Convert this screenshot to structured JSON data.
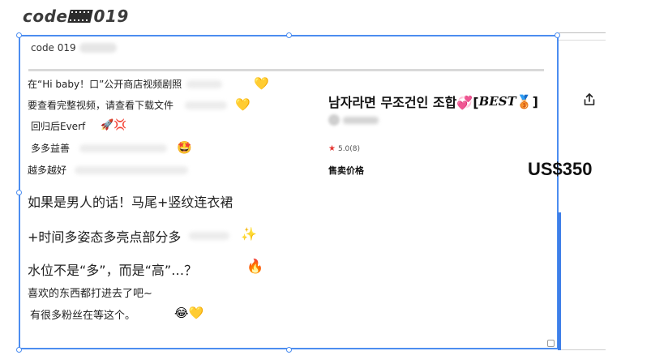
{
  "header": {
    "prefix": "code",
    "number": "019"
  },
  "chat": {
    "title": "code 019",
    "lines": [
      {
        "text": "在“Hi baby！口”公开商店视频剧照",
        "emoji": "💛"
      },
      {
        "text": "要查看完整视频，请查看下载文件",
        "emoji": "💛"
      },
      {
        "text": "回归后Everf",
        "emoji": "🚀💢"
      },
      {
        "text": "多多益善",
        "emoji": "🤩"
      },
      {
        "text": "越多越好",
        "emoji": ""
      },
      {
        "text": "如果是男人的话！马尾+竖纹连衣裙",
        "emoji": ""
      },
      {
        "text": "+时间多姿态多亮点部分多",
        "emoji": "✨"
      },
      {
        "text": "水位不是“多”，而是“高”…？",
        "emoji": "🔥"
      },
      {
        "text": "喜欢的东西都打进去了吧~",
        "emoji": ""
      },
      {
        "text": "有很多粉丝在等这个。",
        "emoji": "😂💛"
      }
    ]
  },
  "product": {
    "title": "남자라면 무조건인 조합💞[",
    "best": "BEST",
    "medal": "🥉",
    "close_bracket": "]",
    "rating": "5.0(8)",
    "price_label": "售卖价格",
    "price": "US$350"
  },
  "icons": {
    "share": "share-icon",
    "star": "star-icon",
    "corner": "window-corner-icon"
  },
  "colors": {
    "selection": "#4c8df0",
    "star": "#e53935"
  }
}
